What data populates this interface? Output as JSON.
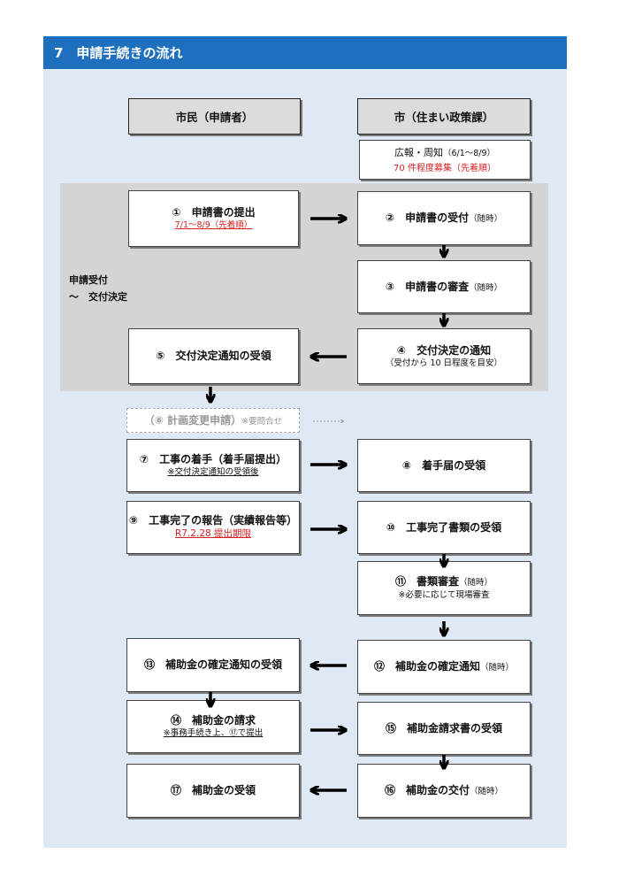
{
  "header": {
    "title": "7　申請手続きの流れ"
  },
  "columns": {
    "citizen": "市民（申請者）",
    "city": "市（住まい政策課）"
  },
  "announce": {
    "line1": "広報・周知",
    "line1_note": "（6/1～8/9）",
    "line2": "70 件程度募集（先着順）"
  },
  "side_label": {
    "line1": "申請受付",
    "line2": "～　交付決定"
  },
  "steps": {
    "s1": {
      "main": "①　申請書の提出",
      "sub": "7/1～8/9（先着順）"
    },
    "s2": {
      "main": "②　申請書の受付",
      "note": "（随時）"
    },
    "s3": {
      "main": "③　申請書の審査",
      "note": "（随時）"
    },
    "s4": {
      "main": "④　交付決定の通知",
      "sub": "（受付から 10 日程度を目安）"
    },
    "s5": {
      "main": "⑤　交付決定通知の受領"
    },
    "s6": {
      "main": "（⑥ 計画変更申請）",
      "note": "※要問合せ"
    },
    "s7": {
      "main": "⑦　工事の着手（着手届提出）",
      "sub": "※交付決定通知の受領後"
    },
    "s8": {
      "main": "⑧　着手届の受領"
    },
    "s9": {
      "main": "⑨　工事完了の報告（実績報告等）",
      "sub": "R7.2.28 提出期限"
    },
    "s10": {
      "main": "⑩　工事完了書類の受領"
    },
    "s11": {
      "main": "⑪　書類審査",
      "note": "（随時）",
      "sub": "※必要に応じて現場審査"
    },
    "s12": {
      "main": "⑫　補助金の確定通知",
      "note": "（随時）"
    },
    "s13": {
      "main": "⑬　補助金の確定通知の受領"
    },
    "s14": {
      "main": "⑭　補助金の請求",
      "sub": "※事務手続き上、⑰で提出"
    },
    "s15": {
      "main": "⑮　補助金請求書の受領"
    },
    "s16": {
      "main": "⑯　補助金の交付",
      "note": "（随時）"
    },
    "s17": {
      "main": "⑰　補助金の受領"
    }
  },
  "colors": {
    "header_bg": "#1f6fbf",
    "panel_bg": "#dfe9f5",
    "intake_band": "#d4d4d4",
    "deadline_red": "#d62020"
  }
}
